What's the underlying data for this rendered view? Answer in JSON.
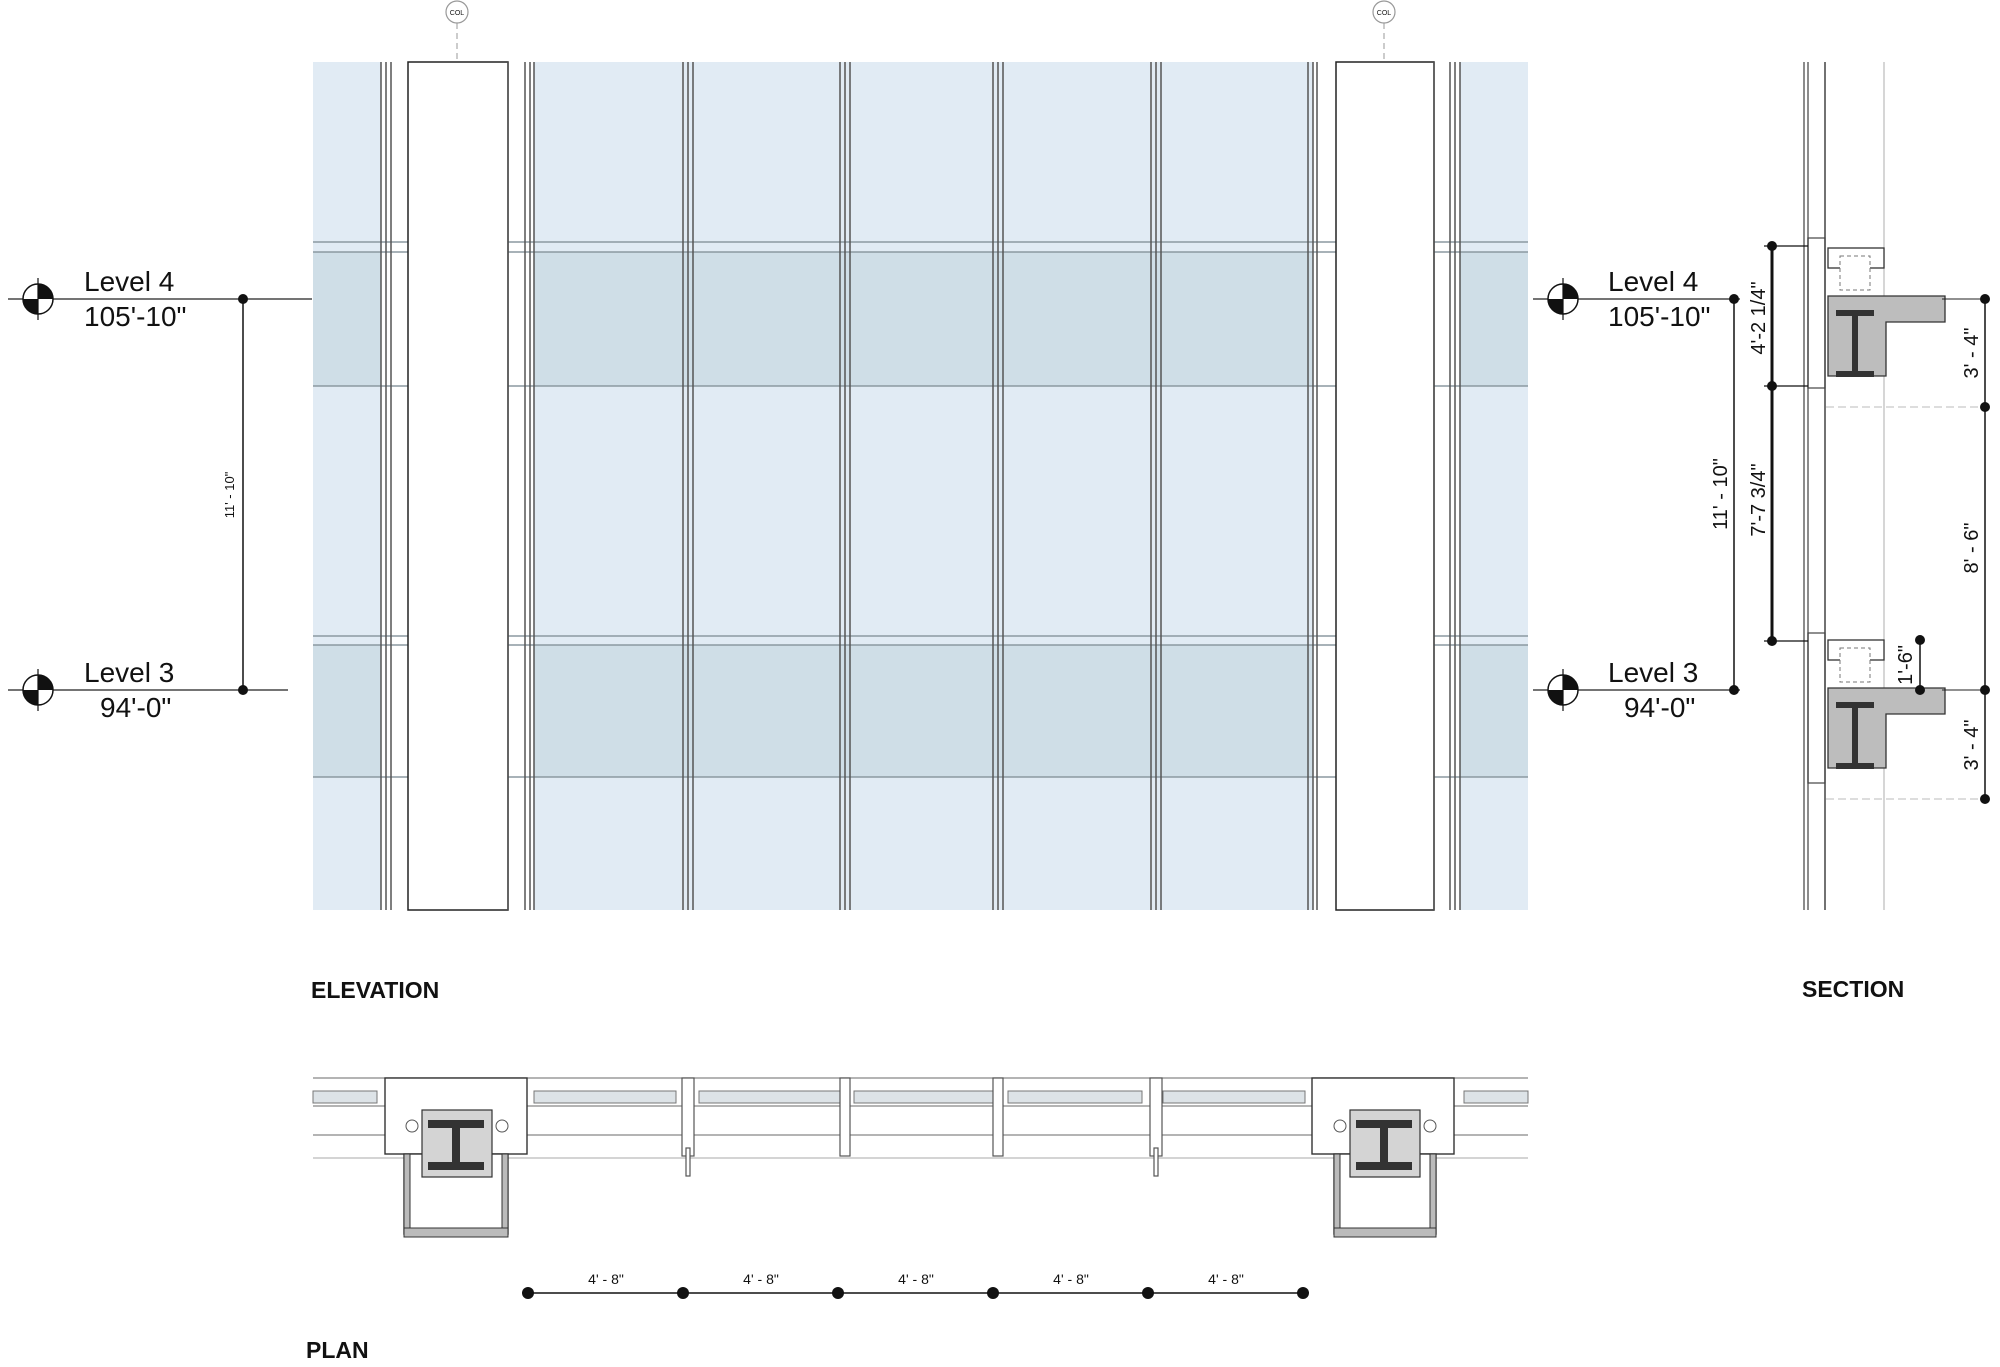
{
  "column_tags": [
    "COL",
    "COL"
  ],
  "levels": {
    "upper": {
      "name": "Level 4",
      "elevation": "105'-10\""
    },
    "lower": {
      "name": "Level 3",
      "elevation": "94'-0\""
    }
  },
  "elevation_dim": "11' - 10\"",
  "section_dims": {
    "upper_glass": "4'-2 1/4\"",
    "vision": "7'-7 3/4\"",
    "floor_to_floor": "11' - 10\"",
    "sill": "1'-6\"",
    "spandrel_upper": "3' - 4\"",
    "middle": "8' - 6\"",
    "spandrel_lower": "3' - 4\""
  },
  "plan_dims": [
    "4' - 8\"",
    "4' - 8\"",
    "4' - 8\"",
    "4' - 8\"",
    "4' - 8\""
  ],
  "titles": {
    "elevation": "ELEVATION",
    "section": "SECTION",
    "plan": "PLAN"
  },
  "colors": {
    "glass": "#e1ebf4",
    "spandrel": "#cfdee7",
    "line": "#222222",
    "light_line": "#9aa6ad"
  }
}
